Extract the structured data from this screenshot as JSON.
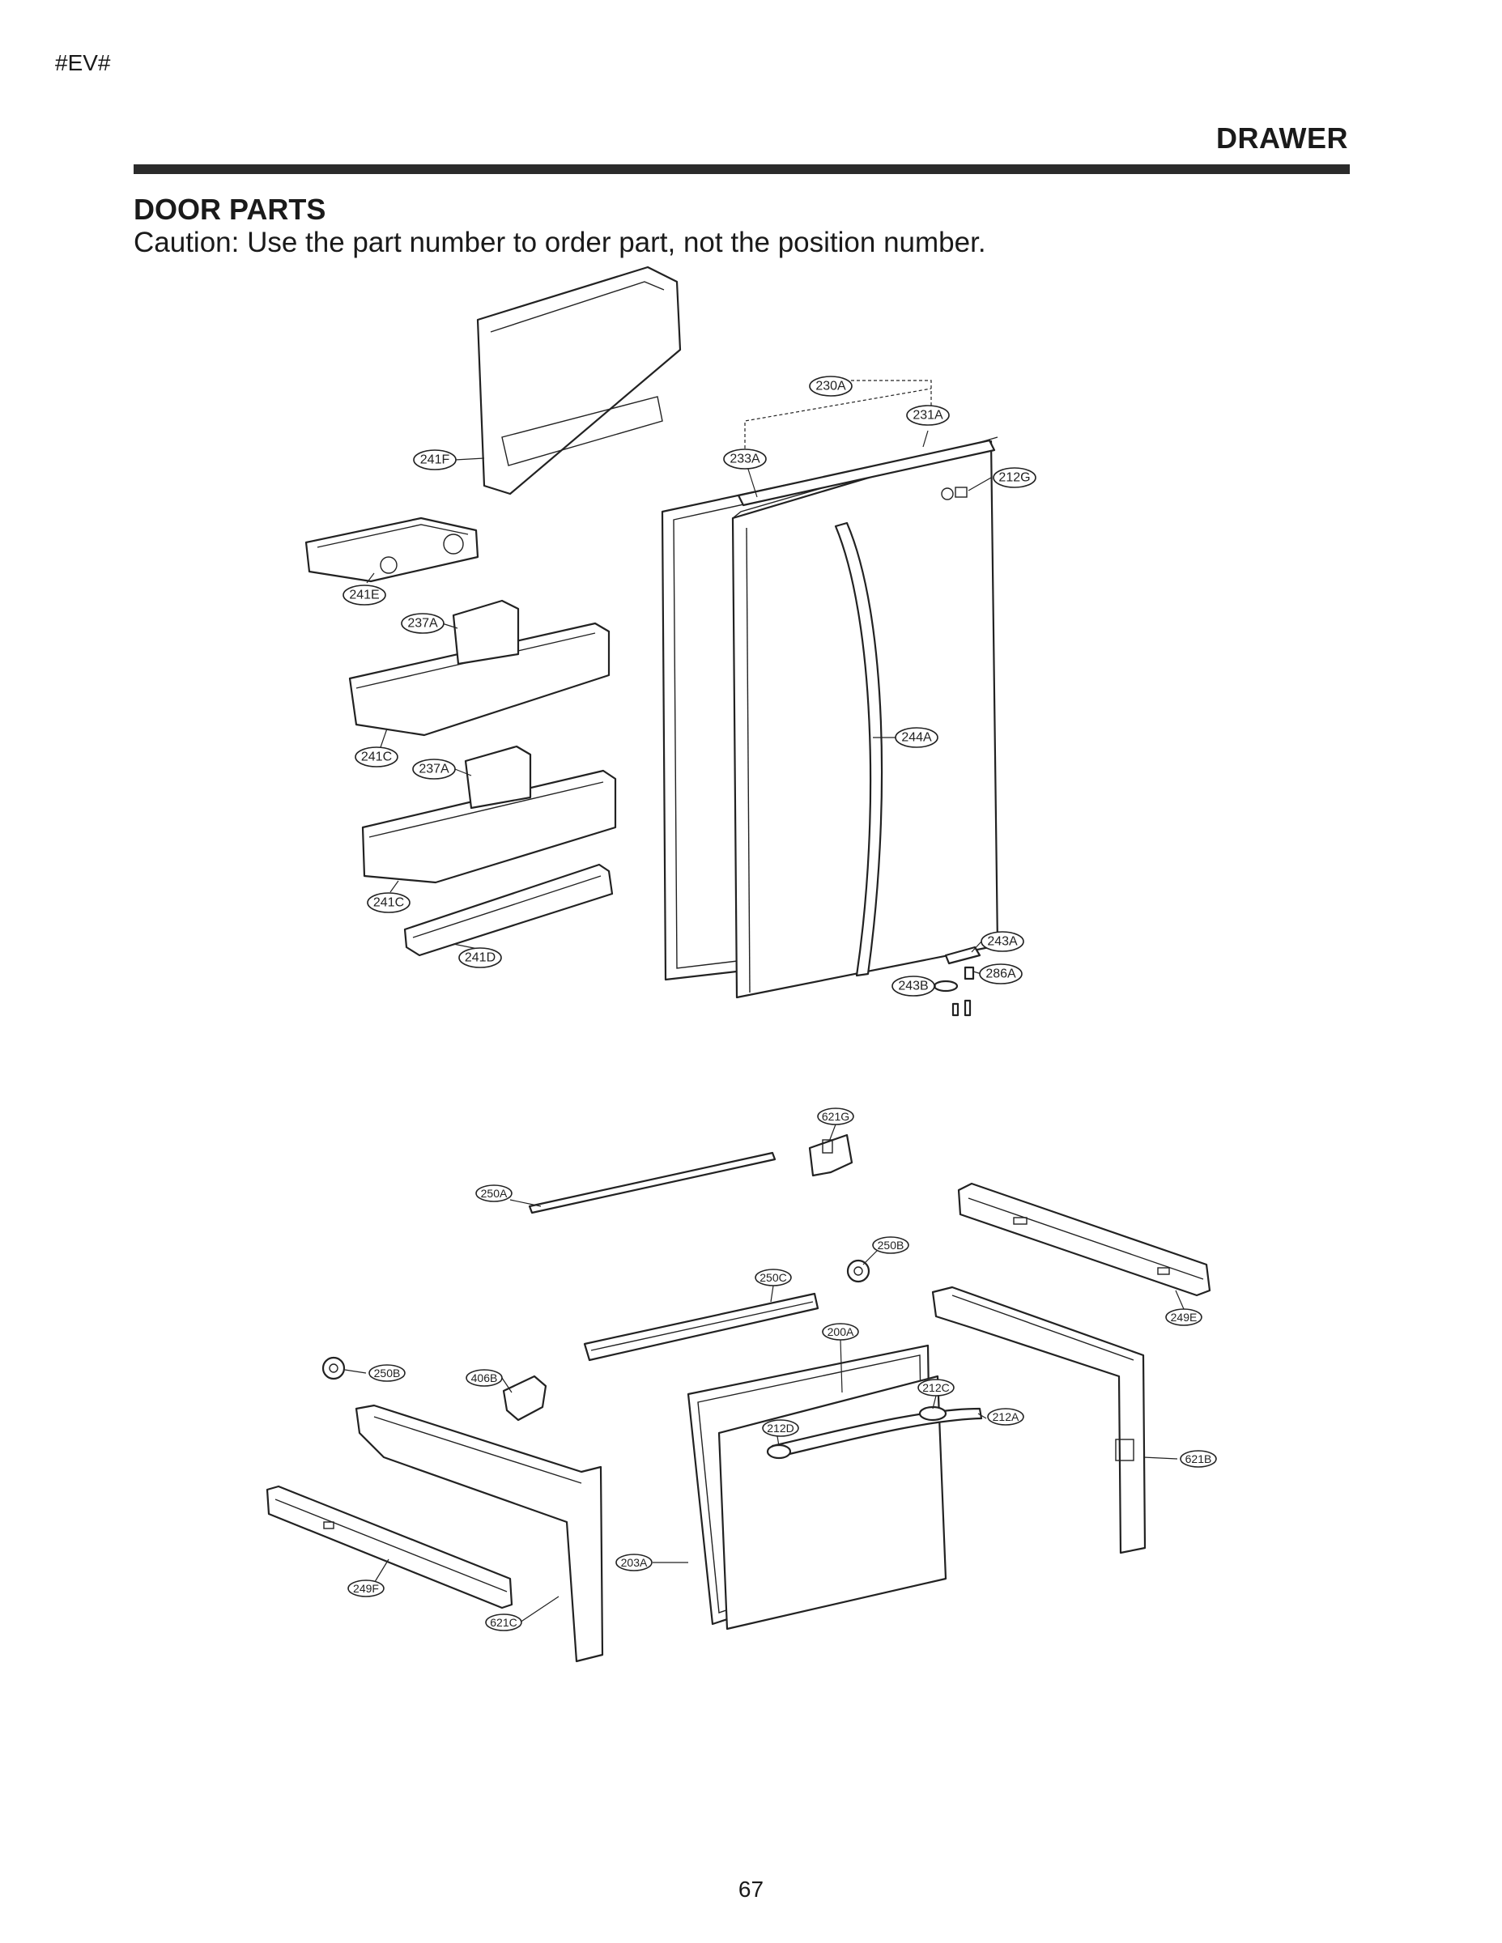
{
  "header": {
    "tag": "#EV#",
    "section": "DRAWER"
  },
  "title": "DOOR PARTS",
  "caution": "Caution: Use the part number to order part, not the position number.",
  "page_number": "67",
  "callouts": {
    "c230A": "230A",
    "c231A": "231A",
    "c233A": "233A",
    "c212G": "212G",
    "c241F": "241F",
    "c241E": "241E",
    "c237A_1": "237A",
    "c241C_1": "241C",
    "c237A_2": "237A",
    "c241C_2": "241C",
    "c241D": "241D",
    "c244A": "244A",
    "c243A": "243A",
    "c286A": "286A",
    "c243B": "243B",
    "c621G": "621G",
    "c250A": "250A",
    "c250B_1": "250B",
    "c250C": "250C",
    "c249E": "249E",
    "c200A": "200A",
    "c212C": "212C",
    "c212A": "212A",
    "c212D": "212D",
    "c250B_2": "250B",
    "c406B": "406B",
    "c621B": "621B",
    "c203A": "203A",
    "c249F": "249F",
    "c621C": "621C"
  }
}
